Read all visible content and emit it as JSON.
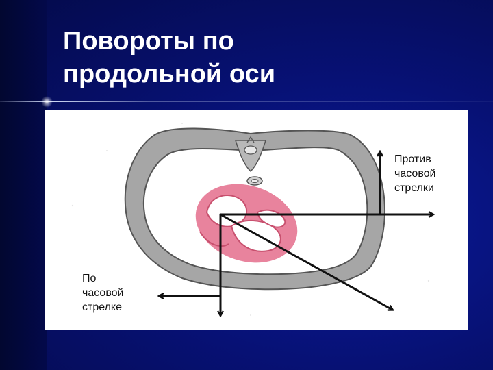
{
  "slide": {
    "title": "Повороты по\nпродольной оси",
    "background_color": "#071175",
    "accent_color": "#ffffff"
  },
  "diagram": {
    "label_counterclockwise": "Против\nчасовой\nстрелки",
    "label_clockwise": "По\nчасовой\nстрелке",
    "chest_color": "#a6a6a6",
    "heart_color": "#e8839d",
    "arrow_color": "#111111"
  }
}
